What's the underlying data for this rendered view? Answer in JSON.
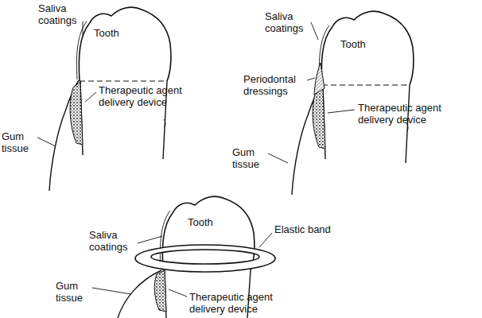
{
  "diagram": {
    "labels": [
      "Saliva coatings",
      "Tooth",
      "Therapeutic agent delivery device",
      "Gum tissue",
      "Saliva coatings",
      "Tooth",
      "Periodontal dressings",
      "Therapeutic agent delivery device",
      "Gum tissue",
      "Saliva coatings",
      "Tooth",
      "Elastic band",
      "Gum tissue",
      "Therapeutic agent delivery device"
    ]
  }
}
